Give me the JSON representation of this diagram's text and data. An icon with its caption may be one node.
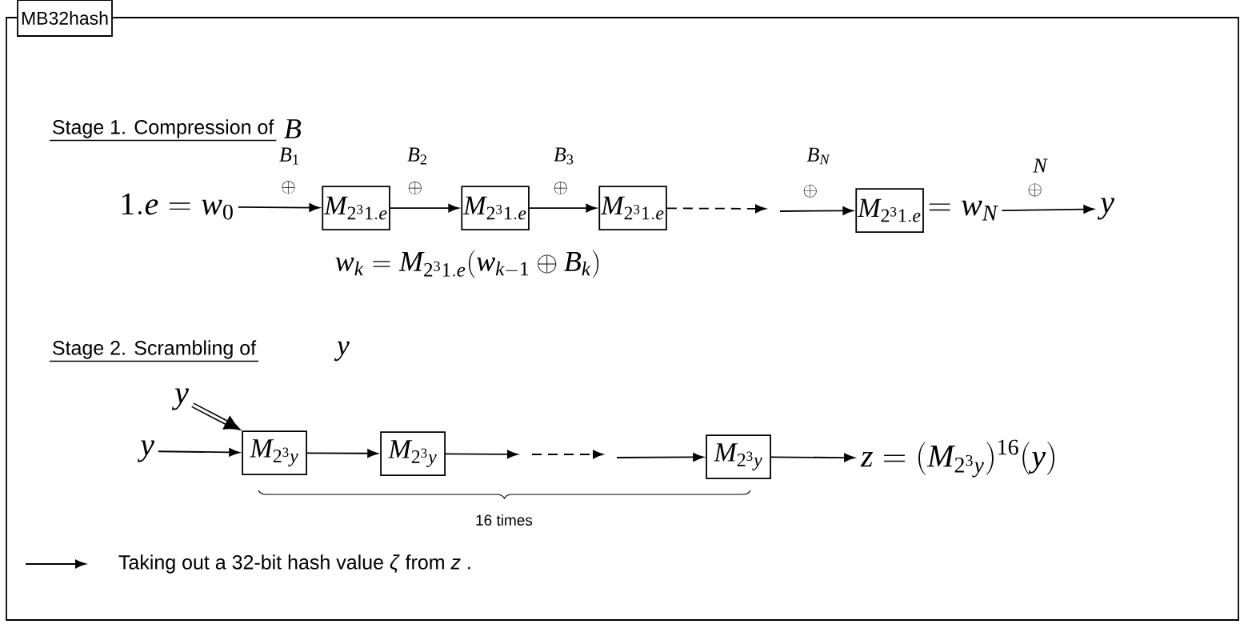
{
  "diagram": {
    "nodes": [
      {
        "text": [
          "MB32hash"
        ]
      },
      {
        "text": [
          "1.e = w_0"
        ],
        "in": 0
      },
      {
        "text": [
          "M_{2^{3}1.e}"
        ],
        "in": 0
      },
      {
        "text": [
          "M_{2^{3}1.e}"
        ],
        "in": 0
      },
      {
        "text": [
          "M_{2^{3}1.e}"
        ],
        "in": 0
      },
      {
        "text": [
          "M_{2^{3}1.e}"
        ],
        "beside": [
          "= w_N"
        ],
        "in": 0
      },
      {
        "text": [
          "y"
        ],
        "in": 0
      },
      {
        "text": [
          "y"
        ],
        "in": 0
      },
      {
        "text": [
          "y"
        ],
        "in": 0
      },
      {
        "text": [
          "M_{2^{3}y}"
        ],
        "in": 0
      },
      {
        "text": [
          "M_{2^{3}y}"
        ],
        "in": 0
      },
      {
        "text": [
          "M_{2^{3}y}"
        ],
        "in": 0
      },
      {
        "text": [
          "z = (M_{2^{3}y})^{16}(y)"
        ],
        "in": 0
      }
    ],
    "edges": [
      {
        "from": 1,
        "to": 2,
        "arrow": "to",
        "label": "\\oplus"
      },
      {
        "from": 2,
        "to": 3,
        "arrow": "to",
        "label": "\\oplus"
      },
      {
        "from": 3,
        "to": 4,
        "arrow": "to",
        "label": "\\oplus"
      },
      {
        "from": 4,
        "to": null,
        "arrow": "to",
        "style": "dashed"
      },
      {
        "from": null,
        "to": 5,
        "arrow": "to",
        "label": "\\oplus"
      },
      {
        "from": 5,
        "to": 6,
        "arrow": "to",
        "label": "\\oplus"
      },
      {
        "from": 7,
        "to": 9,
        "arrow": "to",
        "style": "thick"
      },
      {
        "from": 8,
        "to": 9,
        "arrow": "to"
      },
      {
        "from": 9,
        "to": 10,
        "arrow": "to"
      },
      {
        "from": 10,
        "to": null,
        "arrow": "to"
      },
      {
        "from": null,
        "to": 11,
        "arrow": "to"
      },
      {
        "from": 11,
        "to": 12,
        "arrow": "to"
      }
    ],
    "labels": [
      "Stage 1. Compression of",
      "B",
      "B_1",
      "B_2",
      "B_3",
      "B_N",
      "N",
      "w_k = M_{2^{3}1.e}(w_{k-1} \\oplus B_k)",
      "Stage 2. Scrambling of",
      "y",
      "16 times"
    ],
    "legend": [
      {
        "text": "Taking out a 32-bit hash value *ζ* from *z* ."
      }
    ]
  }
}
